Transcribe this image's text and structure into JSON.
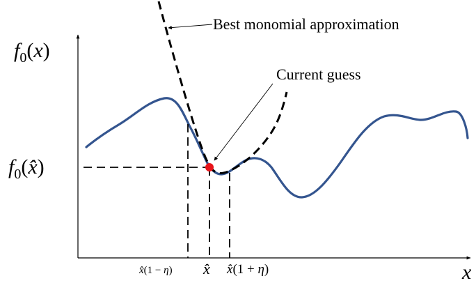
{
  "labels": {
    "y_axis_label": {
      "base": "f",
      "sub": "0",
      "open": "(",
      "var": "x",
      "close": ")"
    },
    "y_value_label": {
      "base": "f",
      "sub": "0",
      "open": "(",
      "var": "x̂",
      "close": ")"
    },
    "x_axis_label": "x",
    "annotation_monomial": "Best monomial approximation",
    "annotation_guess": "Current guess"
  },
  "ticks": {
    "left": {
      "a": "x̂",
      "b": "(1 − ",
      "c": "η",
      "d": ")"
    },
    "center": "x̂",
    "right": {
      "a": "x̂",
      "b": "(1 + ",
      "c": "η",
      "d": ")"
    }
  },
  "colors": {
    "curve": "#34558f",
    "guess_point": "#e8141a",
    "axis": "#000000",
    "dashed": "#000000"
  }
}
